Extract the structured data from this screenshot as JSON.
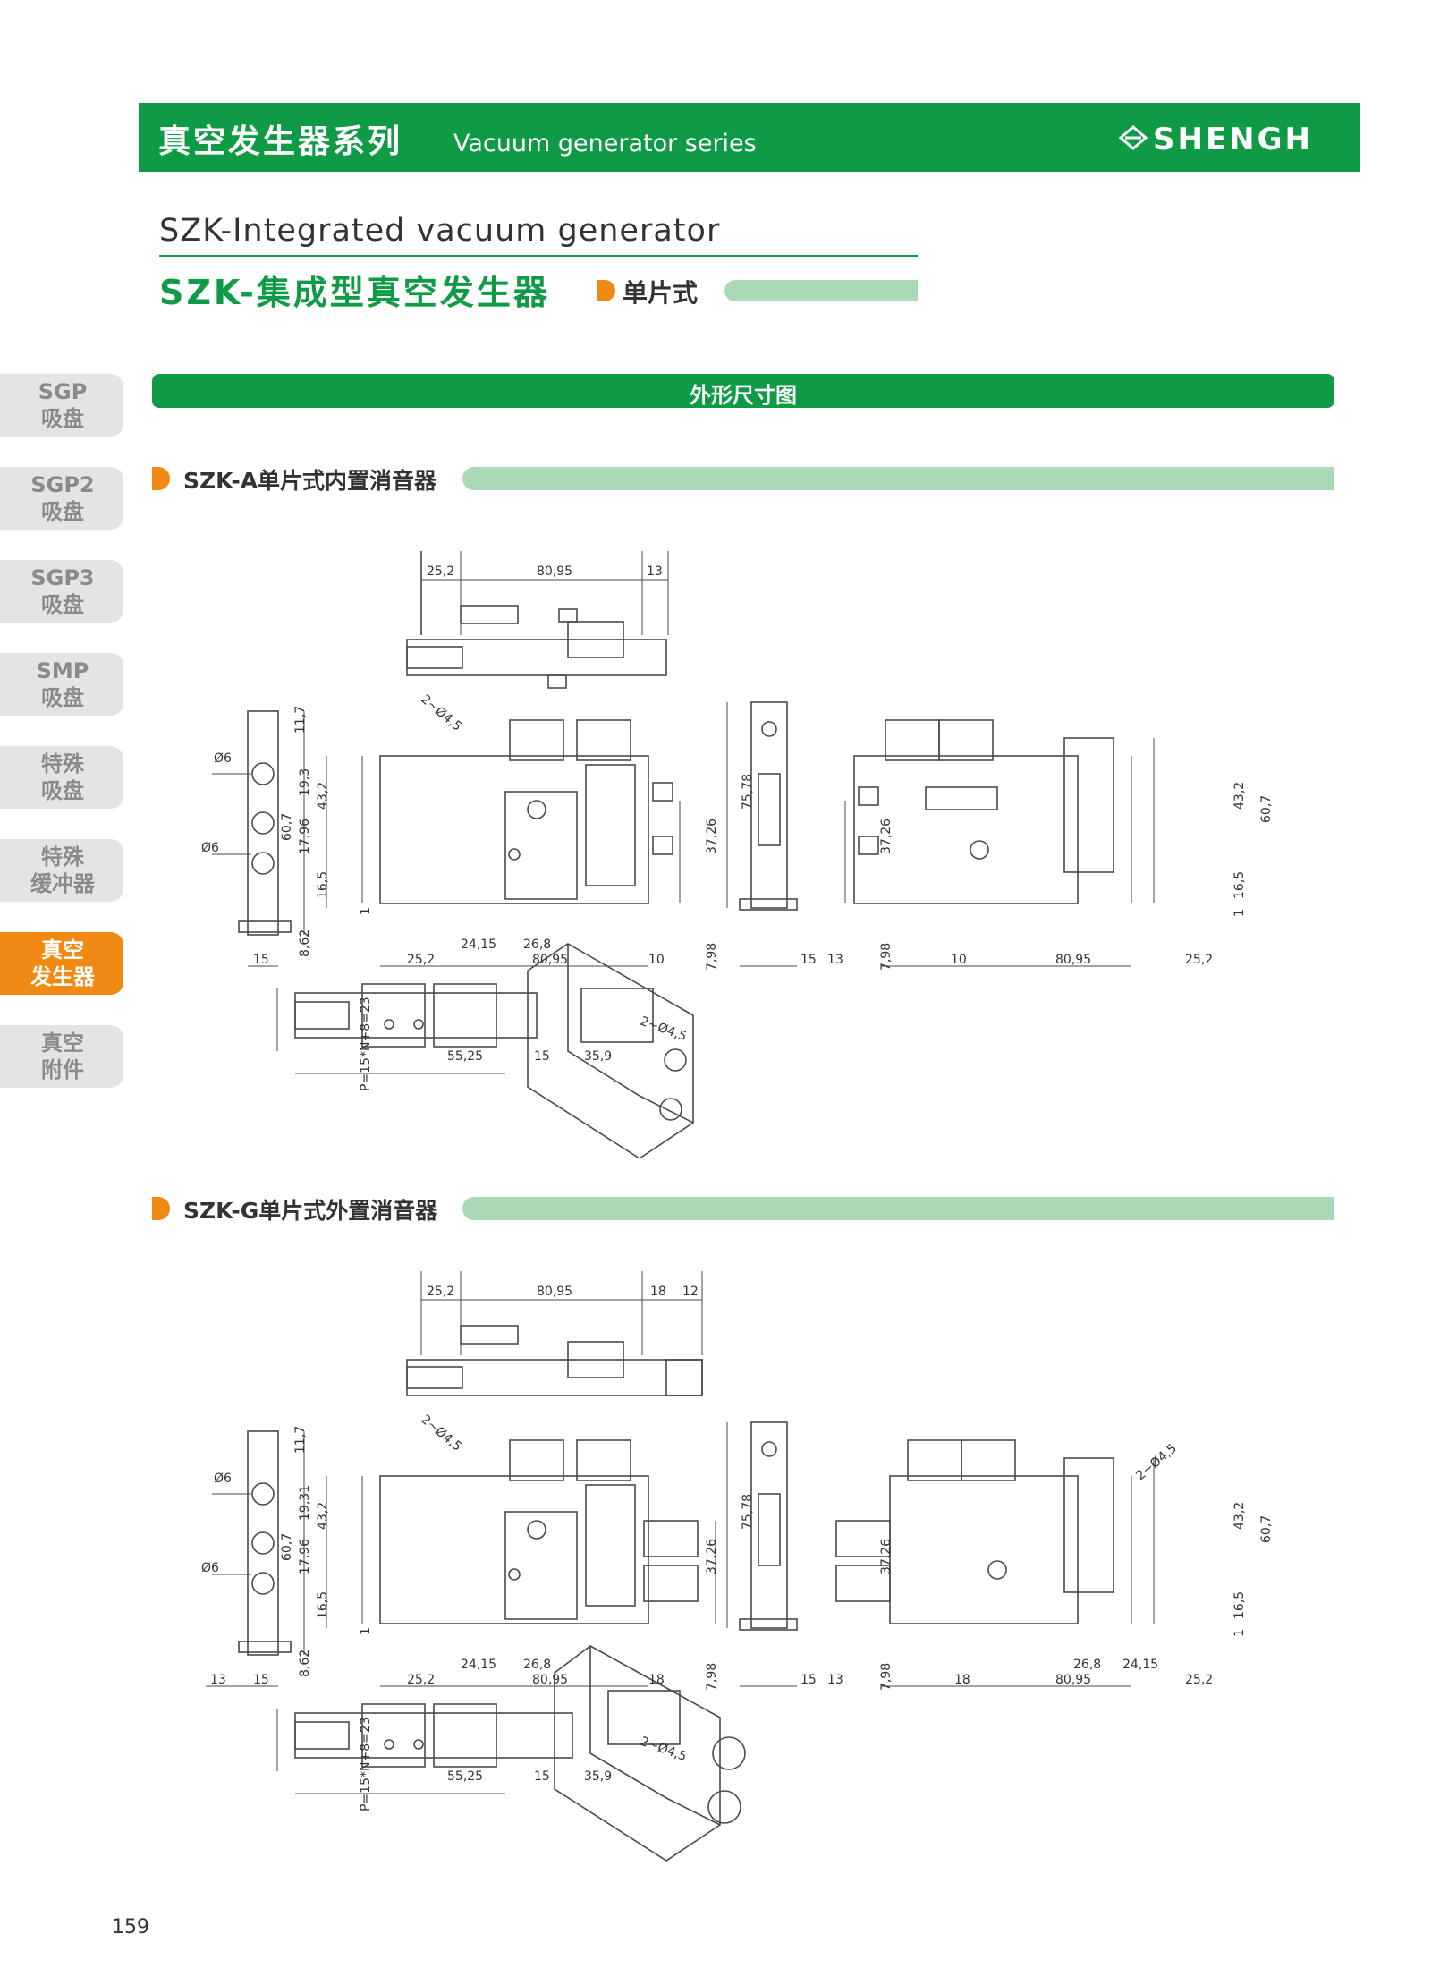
{
  "header": {
    "title_cn": "真空发生器系列",
    "title_en": "Vacuum generator series",
    "logo": "SHENGH",
    "accent_color": "#0f9a46"
  },
  "product": {
    "title_en": "SZK-Integrated vacuum generator",
    "title_cn": "SZK-集成型真空发生器",
    "mode_label": "单片式"
  },
  "side_nav": [
    {
      "line1": "SGP",
      "line2": "吸盘",
      "active": false
    },
    {
      "line1": "SGP2",
      "line2": "吸盘",
      "active": false
    },
    {
      "line1": "SGP3",
      "line2": "吸盘",
      "active": false
    },
    {
      "line1": "SMP",
      "line2": "吸盘",
      "active": false
    },
    {
      "line1": "特殊",
      "line2": "吸盘",
      "active": false
    },
    {
      "line1": "特殊",
      "line2": "缓冲器",
      "active": false
    },
    {
      "line1": "真空",
      "line2": "发生器",
      "active": true
    },
    {
      "line1": "真空",
      "line2": "附件",
      "active": false
    }
  ],
  "section_title": "外形尺寸图",
  "drawings": [
    {
      "heading": "SZK-A单片式内置消音器",
      "top_view": [
        "25,2",
        "80,95",
        "13"
      ],
      "side_left": [
        "11,7",
        "43,2",
        "19,3",
        "60,7",
        "17,96",
        "16,5",
        "8,62",
        "15",
        "1"
      ],
      "front": [
        "2~Ø4,5",
        "24,15",
        "26,8",
        "25,2",
        "80,95",
        "10",
        "37,26",
        "7,98"
      ],
      "side_right": [
        "75,78",
        "15",
        "13"
      ],
      "rear": [
        "37,26",
        "43,2",
        "60,7",
        "16,5",
        "7,98",
        "10",
        "80,95",
        "25,2",
        "1"
      ],
      "bottom": [
        "P=15*N+8=23",
        "2~Ø4,5",
        "55,25",
        "15",
        "35,9"
      ],
      "phi": [
        "Ø6",
        "Ø6"
      ]
    },
    {
      "heading": "SZK-G单片式外置消音器",
      "top_view": [
        "25,2",
        "80,95",
        "18",
        "12"
      ],
      "side_left": [
        "11,7",
        "43,2",
        "19,31",
        "60,7",
        "17,96",
        "16,5",
        "8,62",
        "13",
        "15",
        "1"
      ],
      "front": [
        "2~Ø4,5",
        "24,15",
        "26,8",
        "25,2",
        "80,95",
        "18",
        "37,26",
        "7,98"
      ],
      "side_right": [
        "75,78",
        "15",
        "13"
      ],
      "rear": [
        "2~Ø4,5",
        "37,26",
        "43,2",
        "60,7",
        "16,5",
        "7,98",
        "18",
        "26,8",
        "24,15",
        "80,95",
        "25,2",
        "1"
      ],
      "bottom": [
        "P=15*N+8=23",
        "2~Ø4,5",
        "55,25",
        "15",
        "35,9"
      ],
      "phi": [
        "Ø6",
        "Ø6"
      ]
    }
  ],
  "page_number": "159"
}
